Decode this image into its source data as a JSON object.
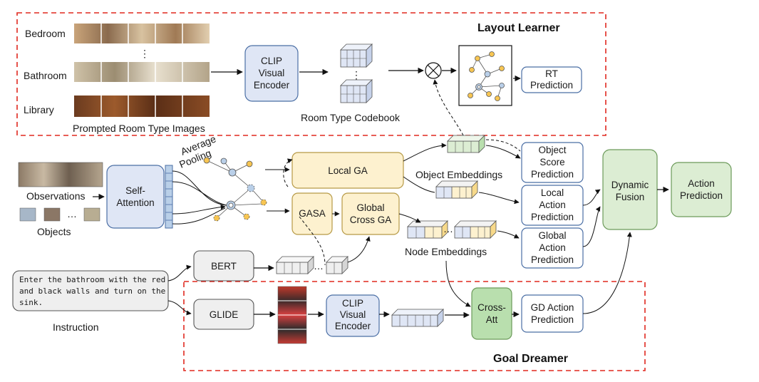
{
  "sections": {
    "layout_learner": "Layout Learner",
    "goal_dreamer": "Goal Dreamer"
  },
  "room_types": {
    "bedroom": "Bedroom",
    "bathroom": "Bathroom",
    "library": "Library",
    "vdots": "⋮",
    "caption": "Prompted Room Type Images"
  },
  "codebook": {
    "caption": "Room Type Codebook",
    "vdots": "⋮"
  },
  "boxes": {
    "clip_top": [
      "CLIP",
      "Visual",
      "Encoder"
    ],
    "rt_prediction": [
      "RT",
      "Prediction"
    ],
    "self_attention": [
      "Self-",
      "Attention"
    ],
    "local_ga": "Local GA",
    "gasa": "GASA",
    "global_cross_ga": [
      "Global",
      "Cross GA"
    ],
    "object_score": [
      "Object",
      "Score",
      "Prediction"
    ],
    "local_action": [
      "Local",
      "Action",
      "Prediction"
    ],
    "global_action": [
      "Global",
      "Action",
      "Prediction"
    ],
    "dynamic_fusion": [
      "Dynamic",
      "Fusion"
    ],
    "action_prediction": [
      "Action",
      "Prediction"
    ],
    "bert": "BERT",
    "glide": "GLIDE",
    "clip_bottom": [
      "CLIP",
      "Visual",
      "Encoder"
    ],
    "cross_att": [
      "Cross-",
      "Att"
    ],
    "gd_action": [
      "GD Action",
      "Prediction"
    ]
  },
  "labels": {
    "observations": "Observations",
    "objects": "Objects",
    "objects_ellipsis": "…",
    "average_pooling": [
      "Average",
      "Pooling"
    ],
    "object_embeddings": "Object Embeddings",
    "node_embeddings": "Node Embeddings",
    "instruction": "Instruction",
    "ellipsis": "…"
  },
  "instruction_text": [
    "Enter the bathroom with the red",
    "and black walls and turn on the",
    "sink."
  ],
  "colors": {
    "blue_fill": "#dfe6f5",
    "yellow_fill": "#fdf1cf",
    "green_fill": "#dcedd3",
    "gray_fill": "#efefef",
    "dark_green_fill": "#b9dfae",
    "red_dash": "#e0281f",
    "node_blue": "#b9cfe8",
    "node_orange": "#f7c552"
  },
  "icons": {
    "multiply": "circle-times-icon",
    "scene_graph": "scene-graph-icon",
    "feature_stack": "feature-stack-icon"
  }
}
